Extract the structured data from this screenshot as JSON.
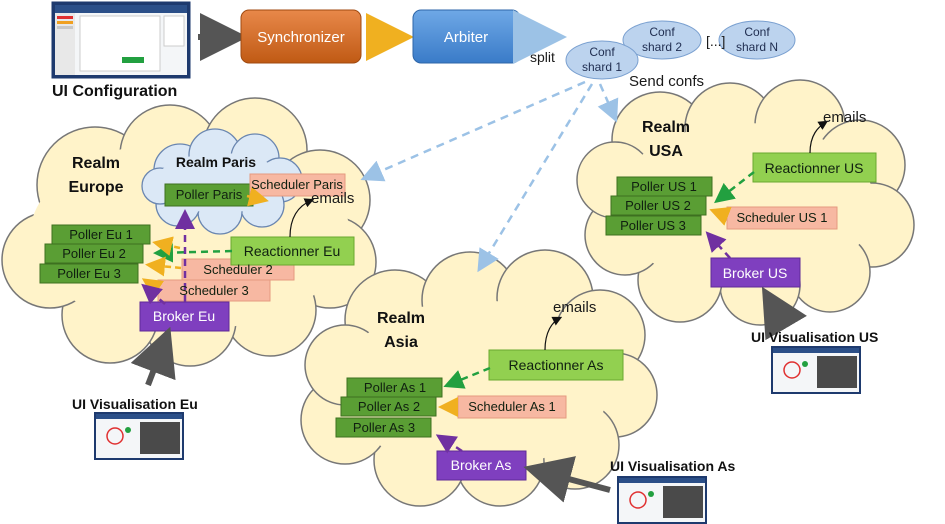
{
  "title": "UI Configuration",
  "pipeline": {
    "synchronizer": "Synchronizer",
    "arbiter": "Arbiter",
    "split": "split",
    "send_confs": "Send confs",
    "ellipsis": "[...]"
  },
  "shards": [
    {
      "line1": "Conf",
      "line2": "shard 1"
    },
    {
      "line1": "Conf",
      "line2": "shard 2"
    },
    {
      "line1": "Conf",
      "line2": "shard N"
    }
  ],
  "realms": {
    "europe": {
      "title1": "Realm",
      "title2": "Europe",
      "pollers": [
        "Poller  Eu 1",
        "Poller  Eu 2",
        "Poller  Eu 3"
      ],
      "schedulers": [
        "Scheduler  2",
        "Scheduler  3"
      ],
      "reactionner": "Reactionner Eu",
      "broker": "Broker Eu",
      "emails": "emails",
      "ui": "UI Visualisation Eu"
    },
    "paris": {
      "title": "Realm Paris",
      "poller": "Poller Paris",
      "scheduler": "Scheduler  Paris"
    },
    "usa": {
      "title1": "Realm",
      "title2": "USA",
      "pollers": [
        "Poller US 1",
        "Poller  US 2",
        "Poller  US 3"
      ],
      "scheduler": "Scheduler  US 1",
      "reactionner": "Reactionner US",
      "broker": "Broker US",
      "emails": "emails",
      "ui": "UI Visualisation US"
    },
    "asia": {
      "title1": "Realm",
      "title2": "Asia",
      "pollers": [
        "Poller As 1",
        "Poller  As 2",
        "Poller  As 3"
      ],
      "scheduler": "Scheduler  As 1",
      "reactionner": "Reactionner As",
      "broker": "Broker As",
      "emails": "emails",
      "ui": "UI Visualisation As"
    }
  },
  "colors": {
    "synchronizer": "#d2691e",
    "arbiter": "#4a8fd8",
    "poller": "#5a9e34",
    "scheduler": "#f7b8a2",
    "reactionner": "#92d050",
    "broker": "#7f3fbf",
    "cloud": "#fff3c9",
    "cloud_paris": "#dbe8f6",
    "shard": "#bcd3ee"
  }
}
